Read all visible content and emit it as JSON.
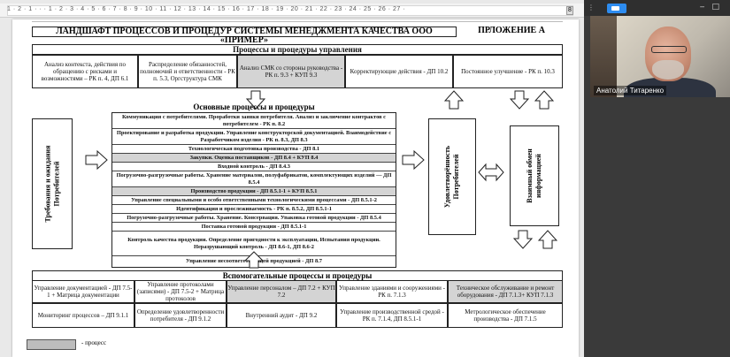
{
  "ruler": {
    "marks": "1 · 2 · 1 · · · 1 · 2 · 3 · 4 · 5 · 6 · 7 · 8 · 9 · 10 · 11 · 12 · 13 · 14 · 15 · 16 · 17 · 18 · 19 · 20 · 21 · 22 · 23 · 24 · 25 · 26 · 27 ·",
    "tab_stop": "8"
  },
  "document": {
    "title": "ЛАНДШАФТ ПРОЦЕССОВ И ПРОЦЕДУР СИСТЕМЫ МЕНЕДЖМЕНТА КАЧЕСТВА ООО «ПРИМЕР»",
    "appendix": "ПРЛОЖЕНИЕ А",
    "management": {
      "heading": "Процессы и процедуры управления",
      "boxes": [
        "Анализ контекста, действия по обращению с рисками и возможностями – РК п. 4, ДП 6.1",
        "Распределение обязанностей, полномочий и ответственности - РК п. 5.3, Оргструктура СМК",
        "Анализ СМК со стороны руководства - РК п. 9.3 + КУП 9.3",
        "Корректирующие действия - ДП 10.2",
        "Постоянное улучшение - РК п. 10.3"
      ]
    },
    "main": {
      "heading": "Основные процессы и процедуры",
      "rows": [
        "Коммуникация с потребителями. Проработки заявки потребителя. Анализ и заключение контрактов с потребителем - РК п. 8.2",
        "Проектирование и разработка продукции. Управление конструкторской документацией. Взаимодействие с Разработчиком изделия - РК п. 8.3, ДП 8.3",
        "Технологическая подготовка производства - ДП 8.1",
        "Закупки. Оценка поставщиков - ДП 8.4 + КУП 8.4",
        "Входной контроль - ДП 8.4.3",
        "Погрузочно-разгрузочные работы. Хранение материалов, полуфабрикатов, комплектующих изделий — ДП 8.5.4",
        "Производство продукции - ДП 8.5.1-1 + КУП 8.5.1",
        "Управление специальными и особо ответственными технологическими процессами - ДП 8.5.1-2",
        "Идентификация и прослеживаемость - РК п. 8.5.2, ДП 8.5.1-1",
        "Погрузочно-разгрузочные работы. Хранение. Консервация. Упаковка готовой продукции - ДП 8.5.4",
        "Поставка готовой продукции - ДП 8.5.1-1",
        "Контроль качества продукции. Определение пригодности к эксплуатации, Испытания продукции. Неразрушающий контроль - ДП 8.6-1, ДП 8.6-2",
        "Управление несоответствующей продукцией - ДП 8.7"
      ]
    },
    "left_vertical": "Требования и ожидания\nПотребителей",
    "right_vertical": "Удовлетворённость\nПотребителей",
    "far_right_vertical": "Взаимный обмен\nинформацией",
    "support": {
      "heading": "Вспомогательные процессы и процедуры",
      "top": [
        "Управление документацией - ДП 7.5-1 + Матрица документации",
        "Управление протоколами (записями) - ДП 7.5-2 + Матрица протоколов",
        "Управление персоналом – ДП 7.2 + КУП 7.2",
        "Управление зданиями и сооружениями - РК п. 7.1.3",
        "Техническое обслуживание и ремонт оборудования - ДП 7.1.3+ КУП 7.1.3"
      ],
      "bottom": [
        "Мониторинг процессов – ДП 9.1.1",
        "Определение удовлетворенности потребителя - ДП 9.1.2",
        "Внутренний аудит - ДП 9.2",
        "Управление производственной средой - РК п. 7.1.4, ДП 8.5.1-1",
        "Метрологическое обеспечение производства - ДП 7.1.5"
      ]
    },
    "legend": "- процесс"
  },
  "video": {
    "participant_name": "Анатолий Титаренко"
  }
}
